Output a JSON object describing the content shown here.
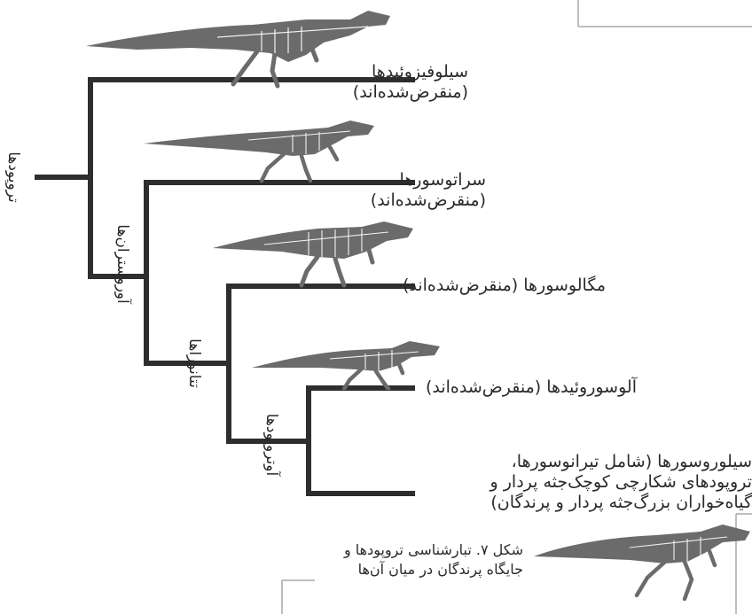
{
  "root_label": "تروپودها",
  "clade_labels": {
    "averostra": "آوروستران‌ها",
    "tetanurae": "تتانوراها",
    "avetheropoda": "آوتروپودها"
  },
  "leaves": [
    {
      "name": "سیلوفیزوئیدها",
      "note": "(منقرض‌شده‌اند)"
    },
    {
      "name": "سراتوسورها",
      "note": "(منقرض‌شده‌اند)"
    },
    {
      "name": "مگالوسورها (منقرض‌شده‌اند)"
    },
    {
      "name": "آلوسوروئیدها (منقرض‌شده‌اند)"
    },
    {
      "line1": "سیلوروسورها (شامل تیرانوسورها،",
      "line2": "تروپودهای شکارچی کوچک‌جثه پردار و",
      "line3": "گیاه‌خواران بزرگ‌جثه پردار و پرندگان)"
    }
  ],
  "caption": {
    "line1": "شکل ۷. تبارشناسی تروپودها و",
    "line2": "جایگاه پرندگان در میان آن‌ها"
  },
  "colors": {
    "branch": "#2e2e2e",
    "text": "#2a2a2a",
    "frame": "#a8a8a8",
    "silhouette": "#6b6b6b",
    "bone": "#f2f2f2"
  }
}
